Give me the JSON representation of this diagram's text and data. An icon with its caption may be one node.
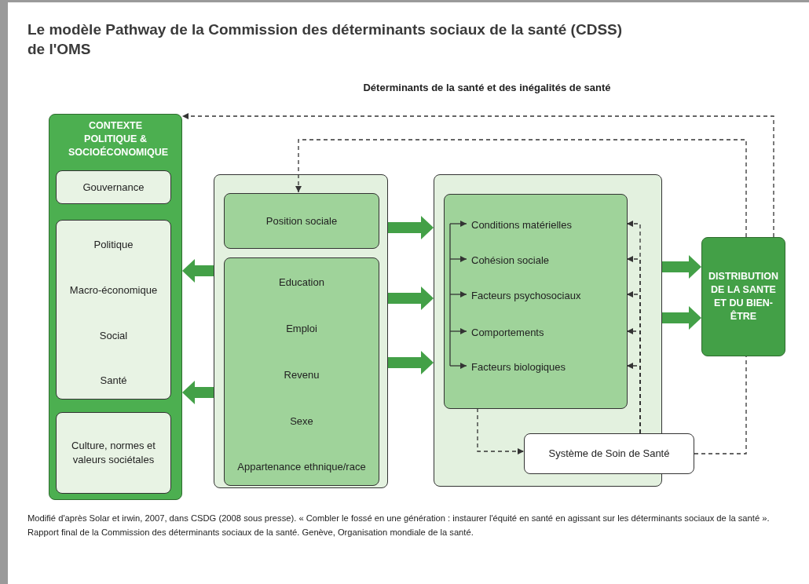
{
  "diagram": {
    "title": "Le modèle Pathway de la Commission des déterminants sociaux de la santé (CDSS) de l'OMS",
    "nodes": [
      {
        "text": [
          "CONTEXTE POLITIQUE & SOCIOÉCONOMIQUE"
        ]
      },
      {
        "text": [
          "Gouvernance"
        ],
        "in": 0
      },
      {
        "text": [
          "Politique",
          "Macro-économique",
          "Social",
          "Santé"
        ],
        "in": 0
      },
      {
        "text": [
          "Culture, normes et valeurs sociétales"
        ],
        "in": 0
      },
      {
        "text": [],
        "shape": "box"
      },
      {
        "text": [
          "Position sociale"
        ],
        "in": 4
      },
      {
        "text": [
          "Education",
          "Emploi",
          "Revenu",
          "Sexe",
          "Appartenance ethnique/race"
        ],
        "in": 4
      },
      {
        "text": [],
        "shape": "box"
      },
      {
        "text": [],
        "shape": "box",
        "in": 7
      },
      {
        "text": [
          "Conditions matérielles"
        ],
        "in": 8
      },
      {
        "text": [
          "Cohésion sociale"
        ],
        "in": 8
      },
      {
        "text": [
          "Facteurs psychosociaux"
        ],
        "in": 8
      },
      {
        "text": [
          "Comportements"
        ],
        "in": 8
      },
      {
        "text": [
          "Facteurs biologiques"
        ],
        "in": 8
      },
      {
        "text": [
          "Système de Soin de Santé"
        ]
      },
      {
        "text": [
          "DISTRIBUTION DE LA SANTE ET DU BIEN-ÊTRE"
        ]
      }
    ],
    "edges": [
      {
        "from": 4,
        "to": 0,
        "arrow": "to",
        "style": "thick",
        "color": "#43a047"
      },
      {
        "from": 4,
        "to": 0,
        "arrow": "to",
        "style": "thick",
        "color": "#43a047"
      },
      {
        "from": 4,
        "to": 7,
        "arrow": "to",
        "style": "thick",
        "color": "#43a047"
      },
      {
        "from": 4,
        "to": 7,
        "arrow": "to",
        "style": "thick",
        "color": "#43a047"
      },
      {
        "from": 4,
        "to": 7,
        "arrow": "to",
        "style": "thick",
        "color": "#43a047"
      },
      {
        "from": 7,
        "to": 15,
        "arrow": "to",
        "style": "thick",
        "color": "#43a047"
      },
      {
        "from": 7,
        "to": 15,
        "arrow": "to",
        "style": "thick",
        "color": "#43a047"
      },
      {
        "from": null,
        "to": 9,
        "arrow": "to"
      },
      {
        "from": null,
        "to": 10,
        "arrow": "to"
      },
      {
        "from": null,
        "to": 11,
        "arrow": "to"
      },
      {
        "from": null,
        "to": 12,
        "arrow": "to"
      },
      {
        "from": null,
        "to": 13,
        "arrow": "to"
      },
      {
        "from": 15,
        "to": 0,
        "arrow": "to",
        "style": "dashed"
      },
      {
        "from": 15,
        "to": 5,
        "arrow": "to",
        "style": "dashed"
      },
      {
        "from": 8,
        "to": 14,
        "arrow": "to",
        "style": "dashed"
      },
      {
        "from": 14,
        "to": 15,
        "arrow": "none",
        "style": "dashed"
      },
      {
        "from": 14,
        "to": 8,
        "arrow": "to",
        "style": "dashed"
      },
      {
        "from": 14,
        "to": 8,
        "arrow": "to",
        "style": "dashed"
      },
      {
        "from": 14,
        "to": 8,
        "arrow": "to",
        "style": "dashed"
      },
      {
        "from": 14,
        "to": 8,
        "arrow": "to",
        "style": "dashed"
      },
      {
        "from": 14,
        "to": 8,
        "arrow": "to",
        "style": "dashed"
      }
    ],
    "labels": [
      "Déterminants de la santé et des inégalités de santé"
    ],
    "caption": "Modifié d'après Solar et irwin, 2007, dans CSDG (2008 sous presse). « Combler le fossé en une génération : instaurer l'équité en santé en agissant sur les déterminants sociaux de la santé ». Rapport final de la Commission des déterminants sociaux de la santé. Genève, Organisation mondiale de la santé."
  }
}
